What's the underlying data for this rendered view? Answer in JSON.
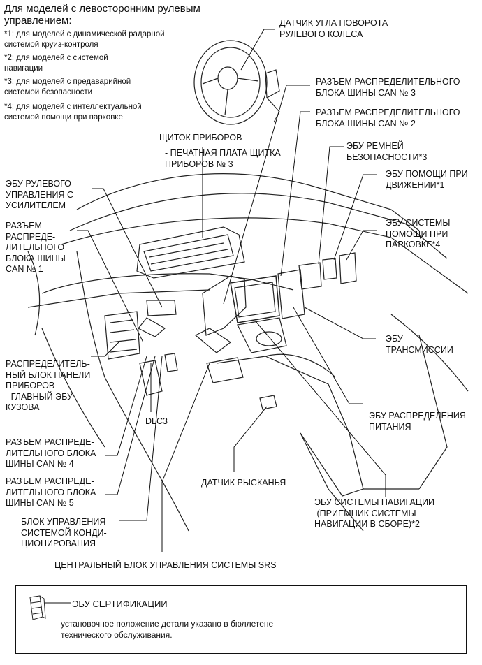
{
  "header": {
    "title": "Для моделей с левосторонним рулевым\nуправлением:",
    "notes": [
      "*1: для моделей с динамической радарной\nсистемой круиз-контроля",
      "*2: для моделей с системой\nнавигации",
      "*3: для моделей с предаварийной\nсистемой безопасности",
      "*4: для моделей с интеллектуальной\nсистемой помощи при парковке"
    ]
  },
  "labels": {
    "steering_angle_sensor": "ДАТЧИК УГЛА ПОВОРОТА\nРУЛЕВОГО КОЛЕСА",
    "can_jb3": "РАЗЪЕМ РАСПРЕДЕЛИТЕЛЬНОГО\nБЛОКА ШИНЫ CAN № 3",
    "can_jb2": "РАЗЪЕМ РАСПРЕДЕЛИТЕЛЬНОГО\nБЛОКА ШИНЫ CAN № 2",
    "seatbelt_ecu": "ЭБУ РЕМНЕЙ\nБЕЗОПАСНОСТИ*3",
    "driving_support_ecu": "ЭБУ ПОМОЩИ ПРИ\nДВИЖЕНИИ*1",
    "parking_assist_ecu": "ЭБУ СИСТЕМЫ\nПОМОЩИ ПРИ\nПАРКОВКЕ*4",
    "combination_meter": "ЩИТОК ПРИБОРОВ",
    "meter_pcb": "- ПЕЧАТНАЯ ПЛАТА ЩИТКА\nПРИБОРОВ № 3",
    "power_steering_ecu": "ЭБУ РУЛЕВОГО\nУПРАВЛЕНИЯ С\nУСИЛИТЕЛЕМ",
    "can_jb1": "РАЗЪЕМ\nРАСПРЕДЕ-\nЛИТЕЛЬНОГО\nБЛОКА ШИНЫ\nCAN № 1",
    "transmission_ecu": "ЭБУ\nТРАНСМИССИИ",
    "instrument_panel_jb": "РАСПРЕДЕЛИТЕЛЬ-\nНЫЙ БЛОК ПАНЕЛИ\nПРИБОРОВ\n- ГЛАВНЫЙ ЭБУ\nКУЗОВА",
    "power_distribution_ecu": "ЭБУ РАСПРЕДЕЛЕНИЯ\nПИТАНИЯ",
    "dlc3": "DLC3",
    "can_jb4": "РАЗЪЕМ РАСПРЕДЕ-\nЛИТЕЛЬНОГО БЛОКА\nШИНЫ CAN № 4",
    "yaw_rate_sensor": "ДАТЧИК РЫСКАНЬЯ",
    "can_jb5": "РАЗЪЕМ РАСПРЕДЕ-\nЛИТЕЛЬНОГО БЛОКА\nШИНЫ CAN № 5",
    "navigation_ecu": "ЭБУ СИСТЕМЫ НАВИГАЦИИ\n (ПРИЕМНИК СИСТЕМЫ\nНАВИГАЦИИ В СБОРЕ)*2",
    "ac_control": "БЛОК УПРАВЛЕНИЯ\nСИСТЕМОЙ КОНДИ-\nЦИОНИРОВАНИЯ",
    "srs_center": "ЦЕНТРАЛЬНЫЙ БЛОК УПРАВЛЕНИЯ СИСТЕМЫ SRS"
  },
  "legend_box": {
    "title": "ЭБУ СЕРТИФИКАЦИИ",
    "text": "установочное положение детали указано в бюллетене\nтехнического обслуживания."
  }
}
